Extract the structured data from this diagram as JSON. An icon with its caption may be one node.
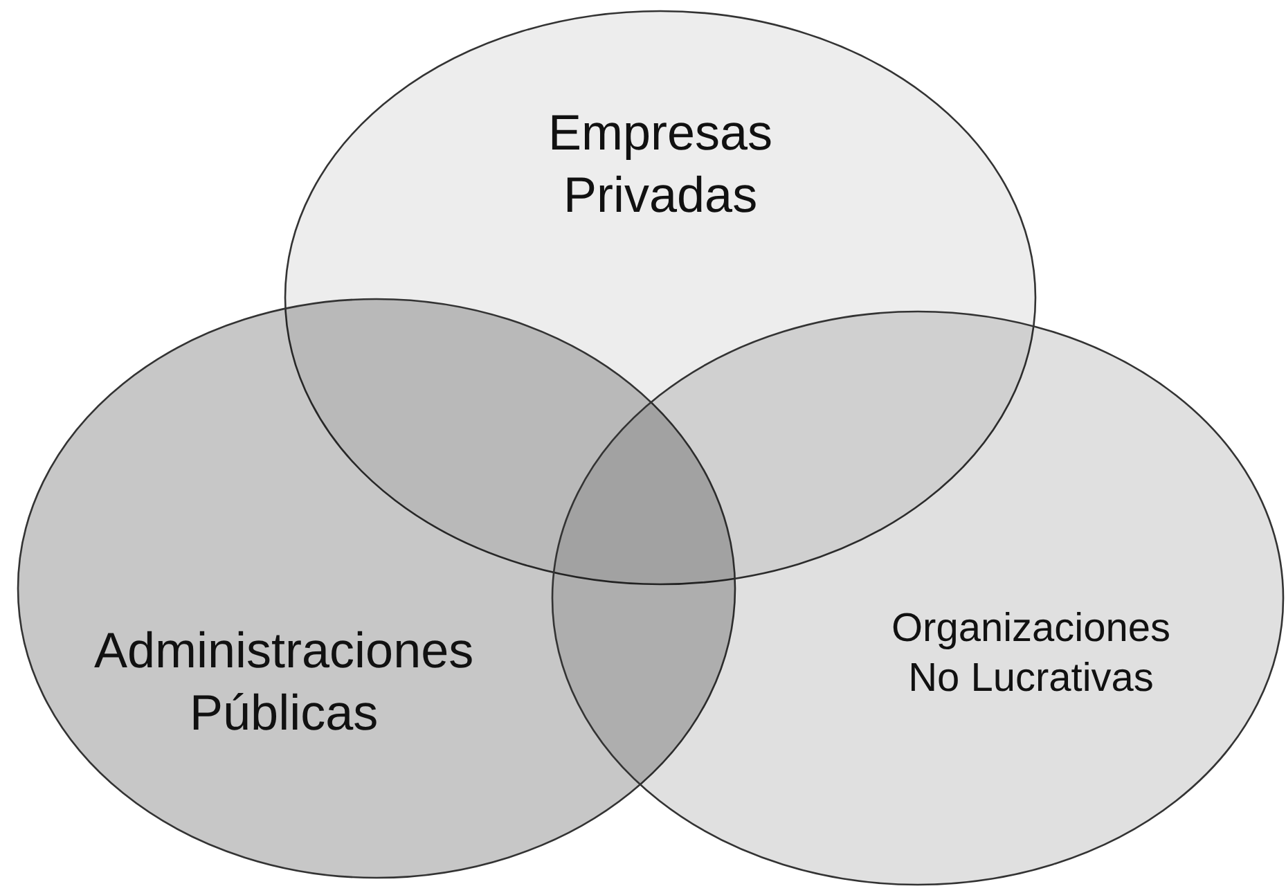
{
  "diagram": {
    "nodes": [
      {
        "text": [
          "Empresas Privadas"
        ]
      },
      {
        "text": [
          "Administraciones Públicas"
        ]
      },
      {
        "text": [
          "Organizaciones No Lucrativas"
        ]
      }
    ]
  }
}
